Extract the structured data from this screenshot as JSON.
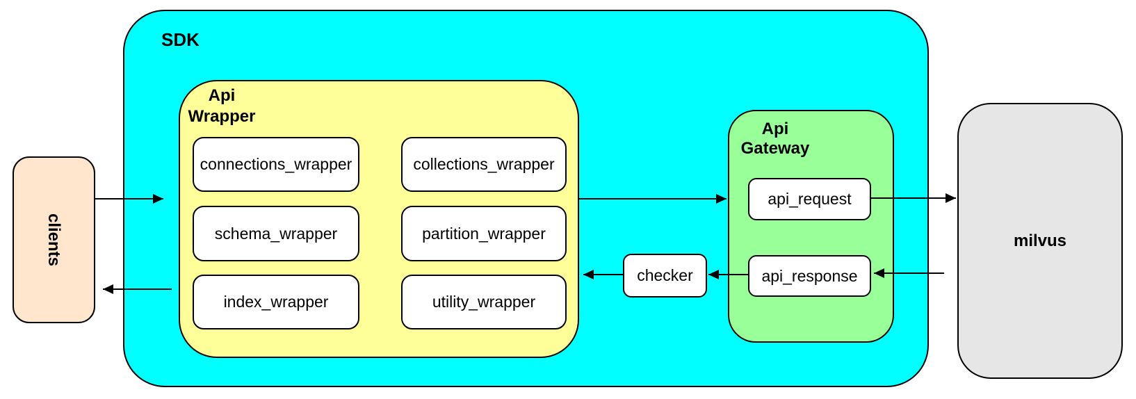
{
  "nodes": {
    "clients": {
      "label": "clients"
    },
    "sdk": {
      "label": "SDK"
    },
    "api_wrapper": {
      "label_line1": "Api",
      "label_line2": "Wrapper",
      "modules_left": [
        "connections_wrapper",
        "schema_wrapper",
        "index_wrapper"
      ],
      "modules_right": [
        "collections_wrapper",
        "partition_wrapper",
        "utility_wrapper"
      ]
    },
    "checker": {
      "label": "checker"
    },
    "api_gateway": {
      "label_line1": "Api",
      "label_line2": "Gateway",
      "request": "api_request",
      "response": "api_response"
    },
    "milvus": {
      "label": "milvus"
    }
  },
  "edges": [
    {
      "from": "clients",
      "to": "SDK",
      "direction": "right"
    },
    {
      "from": "Api Wrapper",
      "to": "Api Gateway",
      "direction": "right"
    },
    {
      "from": "api_request",
      "to": "milvus",
      "direction": "right"
    },
    {
      "from": "milvus",
      "to": "api_response",
      "direction": "left"
    },
    {
      "from": "api_response",
      "to": "checker",
      "direction": "left"
    },
    {
      "from": "checker",
      "to": "Api Wrapper",
      "direction": "left"
    },
    {
      "from": "SDK",
      "to": "clients",
      "direction": "left"
    }
  ],
  "colors": {
    "sdk_fill": "#00FFFF",
    "api_wrapper_fill": "#FFFF99",
    "api_gateway_fill": "#99FF99",
    "clients_fill": "#FFE6CC",
    "milvus_fill": "#E6E6E6",
    "box_fill": "#FFFFFF",
    "stroke": "#000000"
  }
}
